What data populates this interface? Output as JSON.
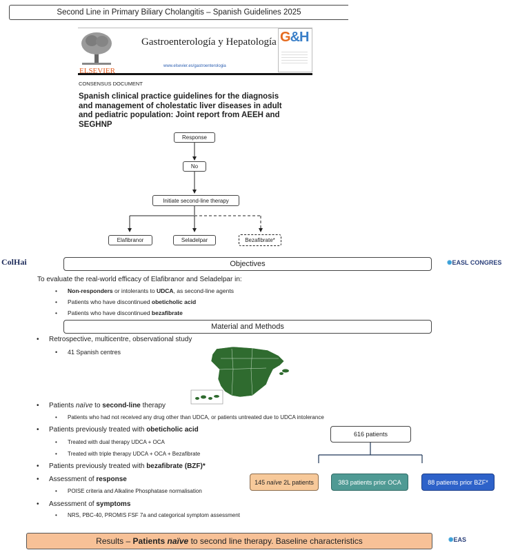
{
  "top_title": "Second Line in Primary Biliary Cholangitis – Spanish Guidelines 2025",
  "journal": {
    "publisher": "ELSEVIER",
    "name": "Gastroenterología y Hepatología",
    "url": "www.elsevier.es/gastroenterologia",
    "doc_type": "CONSENSUS DOCUMENT",
    "article_title_lines": [
      "Spanish clinical practice guidelines for the diagnosis",
      "and management of cholestatic liver diseases in adult",
      "and pediatric population: Joint report from AEEH and",
      "SEGHNP"
    ]
  },
  "flowchart": {
    "response": "Response",
    "no": "No",
    "initiate": "Initiate second-line therapy",
    "options": [
      "Elafibranor",
      "Seladelpar",
      "Bezafibrate*"
    ]
  },
  "left_partial_logo": "ColHai",
  "right_partial_logo": "EASL CONGRES",
  "objectives": {
    "header": "Objectives",
    "intro": "To evaluate the real-world efficacy of Elafibranor and Seladelpar in:",
    "items": [
      {
        "bold": "Non-responders",
        "rest": " or intolerants to ",
        "bold2": "UDCA",
        "rest2": ", as second-line agents"
      },
      {
        "pre": "Patients who have discontinued ",
        "bold": "obeticholic acid"
      },
      {
        "pre": "Patients who have discontinued ",
        "bold": "bezafibrate"
      }
    ]
  },
  "methods": {
    "header": "Material and Methods",
    "study": "Retrospective, multicentre, observational study",
    "centres": "41 Spanish centres",
    "naive_pre": "Patients ",
    "naive_it": "naïve",
    "naive_mid": " to ",
    "naive_bold": "second-line",
    "naive_post": " therapy",
    "naive_sub": "Patients who had not received any drug other than UDCA, or patients untreated due to UDCA intolerance",
    "oca_pre": "Patients previously treated with ",
    "oca_bold": "obeticholic acid",
    "oca_sub1": "Treated with dual therapy UDCA + OCA",
    "oca_sub2": "Treated with triple therapy UDCA + OCA + Bezafibrate",
    "bzf_pre": "Patients previously treated with ",
    "bzf_bold": "bezafibrate (BZF)*",
    "resp_pre": "Assessment of ",
    "resp_bold": "response",
    "resp_sub": "POISE criteria and Alkaline Phosphatase normalisation",
    "sym_pre": "Assessment of ",
    "sym_bold": "symptoms",
    "sym_sub": "NRS, PBC-40, PROMIS FSF 7a and categorical symptom assessment"
  },
  "patients": {
    "total": "616 patients",
    "naive_count": "145 ",
    "naive_it": "naïve",
    "naive_rest": " 2L patients",
    "oca": "383 patients prior OCA",
    "bzf": "88 patients prior BZF*",
    "colors": {
      "naive": "#f7c99a",
      "oca": "#4f9a94",
      "bzf": "#2e62c9"
    }
  },
  "results_banner": {
    "pre": "Results – ",
    "bold": "Patients ",
    "bold_it": "naïve",
    "post": " to second line therapy. Baseline characteristics",
    "color": "#f7c197"
  },
  "bottom_partial_logo": "EAS"
}
